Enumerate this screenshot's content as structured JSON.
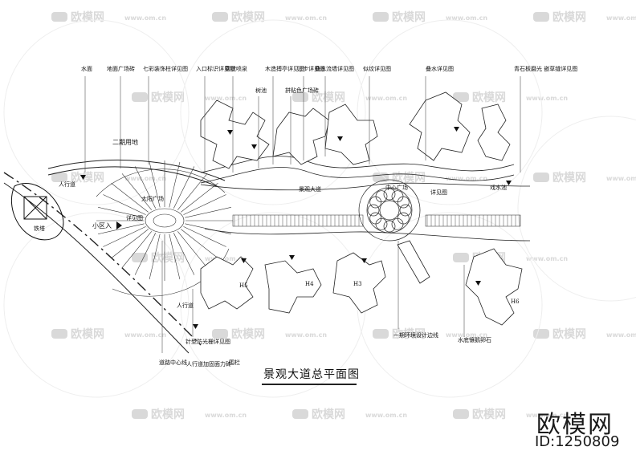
{
  "title": "景观大道总平面图",
  "brand": {
    "name": "欧模网",
    "id": "ID:1250809"
  },
  "watermark": {
    "logo": "欧模网",
    "site": "www.om.cn",
    "color": "#d9d9d9"
  },
  "callouts_top": [
    "水面",
    "地面广场砖",
    "七彩装饰柱详见图",
    "入口标识详见图",
    "雾状喷泉",
    "木造搏亭详见图",
    "汀步详见图",
    "叠水流墙详见图",
    "似纹详见图",
    "叠水详见图",
    "青石板磨光 嵌草缝详见图"
  ],
  "callouts_sub": [
    "树池",
    "拼贴色广场砖"
  ],
  "plan_labels": {
    "phase2": "二期用地",
    "sidewalk_left": "人行道",
    "tower": "铁塔",
    "community": "小区入",
    "detail": "详见图",
    "sun_plaza": "太阳广场",
    "avenue": "景观大道",
    "center_plaza": "中心广场",
    "detail2": "详见图",
    "water_pool": "戏水池",
    "sidewalk_right": "人行道",
    "h5": "H5",
    "h4": "H4",
    "h3": "H3",
    "h6": "H6"
  },
  "callouts_bottom": [
    "道路中心线",
    "针型防光栅详见图",
    "人行道加固面力砖",
    "围栏",
    "一期环境设计边线",
    "水底镶鹅卵石"
  ]
}
